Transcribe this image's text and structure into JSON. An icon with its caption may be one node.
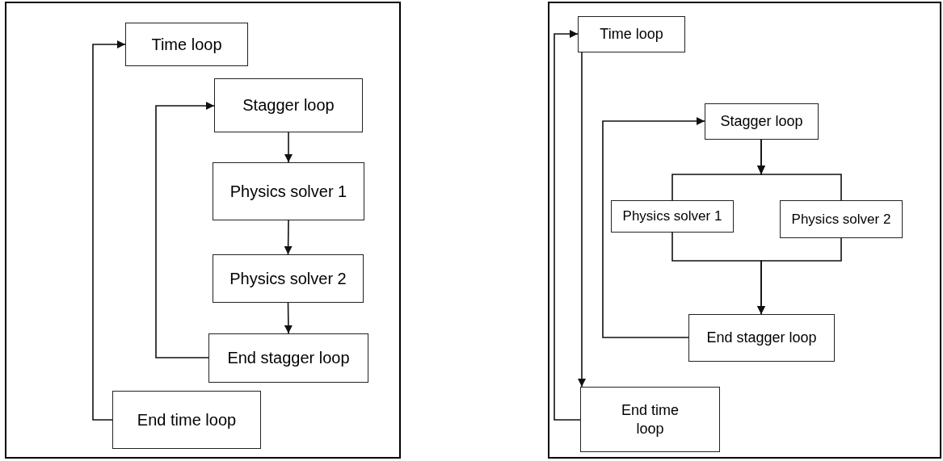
{
  "diagram": {
    "nodes": [
      {
        "text": [
          "Time loop"
        ]
      },
      {
        "text": [
          "Stagger loop"
        ]
      },
      {
        "text": [
          "Physics solver 1"
        ]
      },
      {
        "text": [
          "Physics solver 2"
        ]
      },
      {
        "text": [
          "End stagger loop"
        ]
      },
      {
        "text": [
          "End time loop"
        ]
      },
      {
        "text": [
          "Time loop"
        ]
      },
      {
        "text": [
          "Stagger loop"
        ]
      },
      {
        "text": [
          "Physics solver 1"
        ]
      },
      {
        "text": [
          "Physics solver 2"
        ]
      },
      {
        "text": [
          "End stagger loop"
        ]
      },
      {
        "text": [
          "End time loop"
        ]
      }
    ],
    "edges": [
      {
        "from": 1,
        "to": 2,
        "arrow": "to"
      },
      {
        "from": 2,
        "to": 3,
        "arrow": "to"
      },
      {
        "from": 3,
        "to": 4,
        "arrow": "to"
      },
      {
        "from": 4,
        "to": 1,
        "arrow": "to"
      },
      {
        "from": 5,
        "to": 0,
        "arrow": "to"
      },
      {
        "from": 6,
        "to": 11,
        "arrow": "to"
      },
      {
        "from": 11,
        "to": 6,
        "arrow": "to"
      },
      {
        "from": 7,
        "to": 8,
        "arrow": "to"
      },
      {
        "from": 7,
        "to": 9,
        "arrow": "to"
      },
      {
        "from": 8,
        "to": 10,
        "arrow": "to"
      },
      {
        "from": 9,
        "to": 10,
        "arrow": "to"
      },
      {
        "from": 10,
        "to": 7,
        "arrow": "to"
      }
    ]
  }
}
